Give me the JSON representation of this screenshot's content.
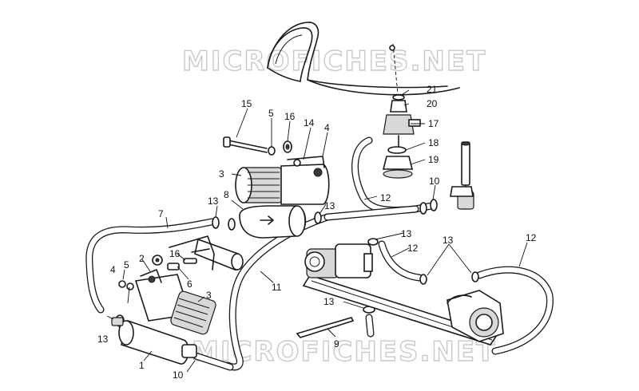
{
  "watermark": {
    "top_text": "MICROFICHES.NET",
    "bottom_text": "MICROFICHES.NET"
  },
  "callouts": [
    {
      "id": "c1",
      "text": "1"
    },
    {
      "id": "c2",
      "text": "2"
    },
    {
      "id": "c3a",
      "text": "3"
    },
    {
      "id": "c3b",
      "text": "3"
    },
    {
      "id": "c4a",
      "text": "4"
    },
    {
      "id": "c4b",
      "text": "4"
    },
    {
      "id": "c5a",
      "text": "5"
    },
    {
      "id": "c5b",
      "text": "5"
    },
    {
      "id": "c6",
      "text": "6"
    },
    {
      "id": "c7",
      "text": "7"
    },
    {
      "id": "c8",
      "text": "8"
    },
    {
      "id": "c9",
      "text": "9"
    },
    {
      "id": "c10a",
      "text": "10"
    },
    {
      "id": "c10b",
      "text": "10"
    },
    {
      "id": "c11",
      "text": "11"
    },
    {
      "id": "c12a",
      "text": "12"
    },
    {
      "id": "c12b",
      "text": "12"
    },
    {
      "id": "c12c",
      "text": "12"
    },
    {
      "id": "c13a",
      "text": "13"
    },
    {
      "id": "c13b",
      "text": "13"
    },
    {
      "id": "c13c",
      "text": "13"
    },
    {
      "id": "c13d",
      "text": "13"
    },
    {
      "id": "c13e",
      "text": "13"
    },
    {
      "id": "c13f",
      "text": "13"
    },
    {
      "id": "c14",
      "text": "14"
    },
    {
      "id": "c15",
      "text": "15"
    },
    {
      "id": "c16a",
      "text": "16"
    },
    {
      "id": "c16b",
      "text": "16"
    },
    {
      "id": "c17",
      "text": "17"
    },
    {
      "id": "c18",
      "text": "18"
    },
    {
      "id": "c19",
      "text": "19"
    },
    {
      "id": "c20",
      "text": "20"
    },
    {
      "id": "c21",
      "text": "21"
    }
  ]
}
